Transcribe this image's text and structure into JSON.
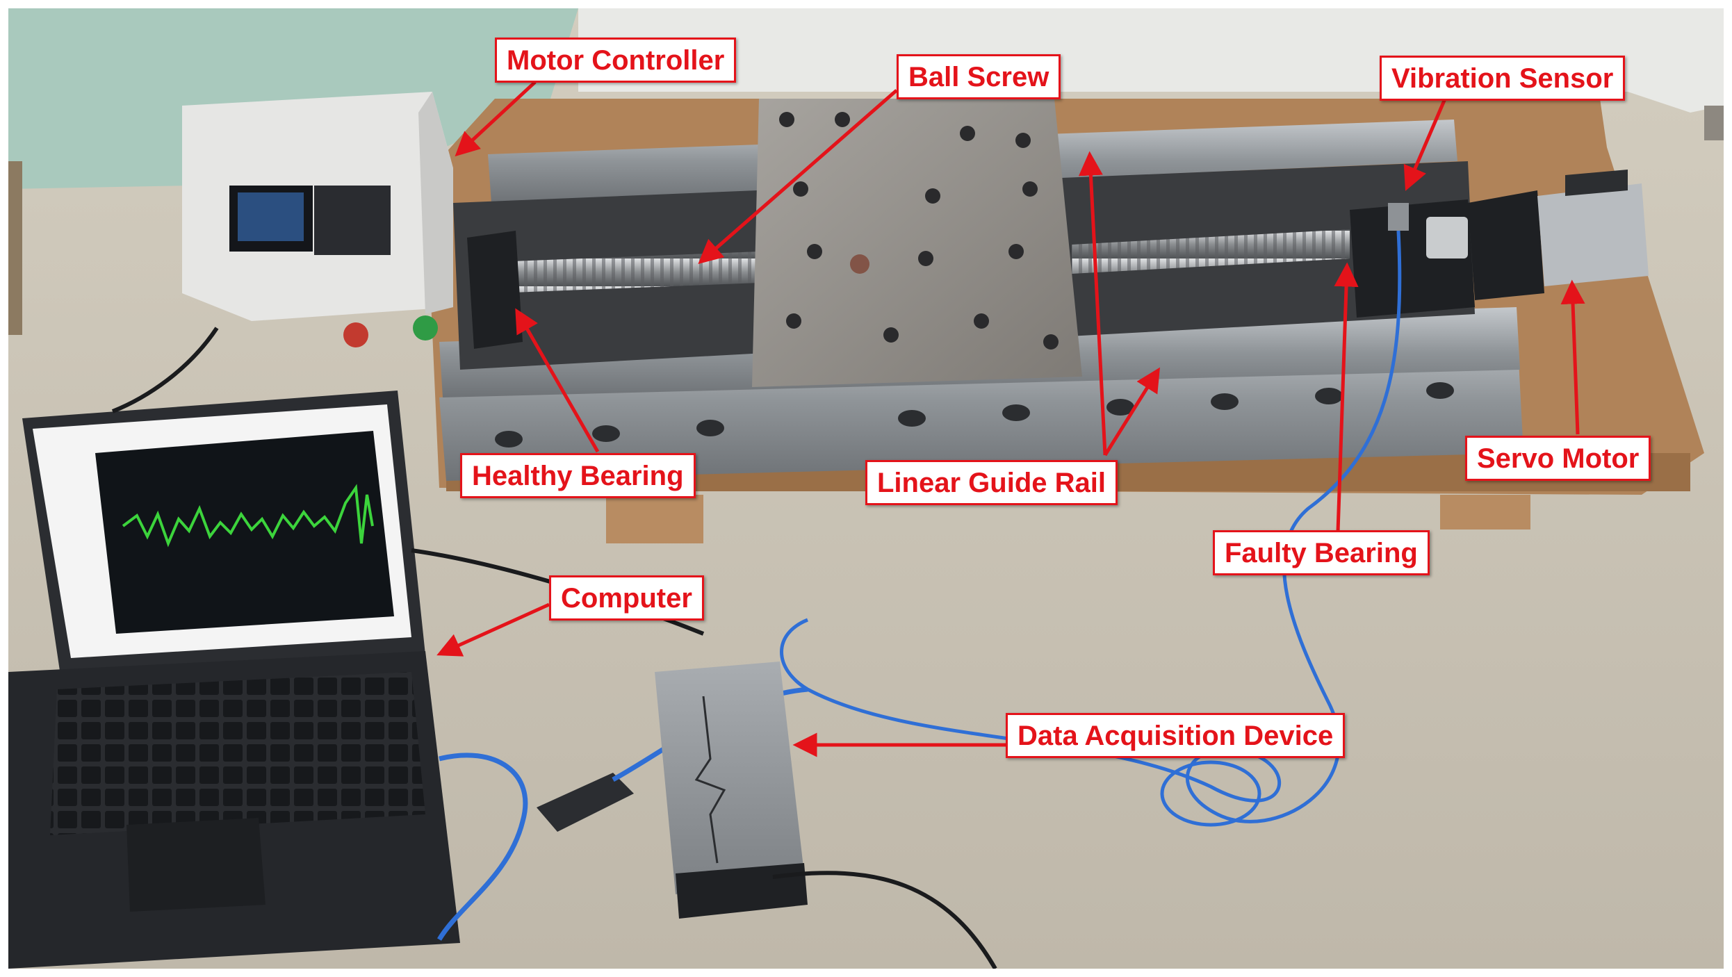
{
  "figure": {
    "colors": {
      "label_red": "#e4131a",
      "signal_green": "#3cd43c",
      "cable_blue": "#2f6fd6",
      "floor": "#cdc7ba",
      "wall_green": "#a9c9bd",
      "steel": "#9a9ea2"
    },
    "labels": {
      "motor_controller": "Motor Controller",
      "ball_screw": "Ball Screw",
      "vibration_sensor": "Vibration Sensor",
      "healthy_bearing": "Healthy Bearing",
      "linear_guide_rail": "Linear Guide Rail",
      "servo_motor": "Servo Motor",
      "faulty_bearing": "Faulty Bearing",
      "computer": "Computer",
      "data_acquisition_device": "Data Acquisition Device"
    }
  }
}
